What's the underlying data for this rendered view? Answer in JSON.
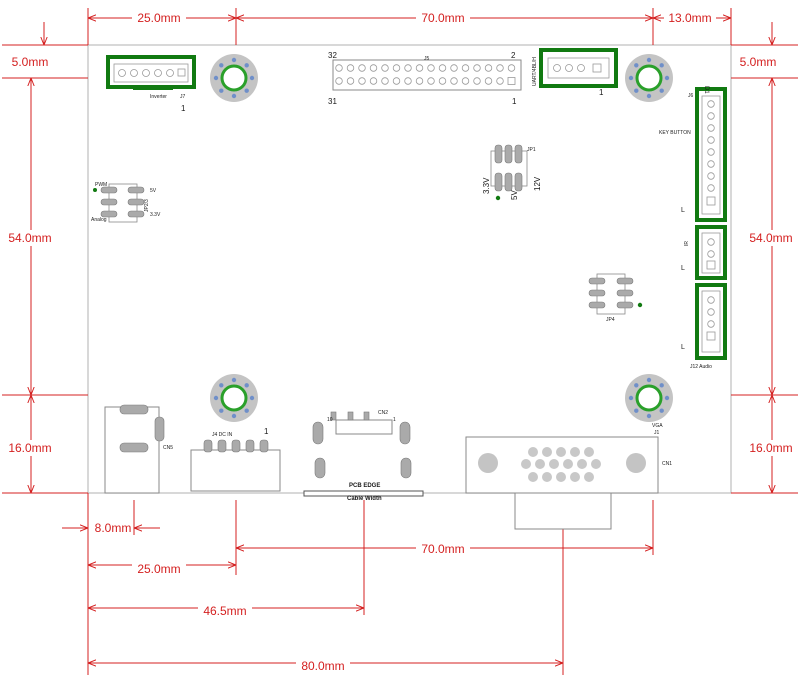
{
  "dimensions": {
    "top_left": "25.0mm",
    "top_middle": "70.0mm",
    "top_right": "13.0mm",
    "left_top": "5.0mm",
    "left_middle": "54.0mm",
    "left_bottom": "16.0mm",
    "right_top": "5.0mm",
    "right_middle": "54.0mm",
    "right_bottom": "16.0mm",
    "bottom_8": "8.0mm",
    "bottom_25": "25.0mm",
    "bottom_70": "70.0mm",
    "bottom_46": "46.5mm",
    "bottom_80": "80.0mm"
  },
  "labels": {
    "inverter": "Inverter",
    "j7": "J7",
    "j7_pin1": "1",
    "j5": "J5",
    "j5_32": "32",
    "j5_2": "2",
    "j5_31": "31",
    "j5_1": "1",
    "uart": "UART/4BL/H",
    "uart_pin1": "1",
    "j6": "J6",
    "key_button": "KEY BUTTON",
    "ir": "IR",
    "j12_audio": "J12 Audio",
    "d1": "D1",
    "pwm": "PWM",
    "analog": "Analog",
    "jp2_3": "JP2/3",
    "v5_left": "5V",
    "v33_left": "3.3V",
    "jp1": "JP1",
    "v33_jp1": "3.3V",
    "v5_jp1": "5V",
    "v12_jp1": "12V",
    "jp4": "JP4",
    "cn5": "CN5",
    "j4_dcin": "J4    DC IN",
    "j4_pin1": "1",
    "cn2_10": "10",
    "cn2": "CN2",
    "cn2_1": "1",
    "pcb_edge": "PCB EDGE",
    "cable_width": "Cable Width",
    "vga": "VGA",
    "j1": "J1",
    "cn1": "CN1",
    "l1": "L",
    "l2": "L",
    "l3": "L"
  },
  "colors": {
    "dimension": "#d42020",
    "connector": "#117a11",
    "board_outline": "#bdbdbd"
  }
}
